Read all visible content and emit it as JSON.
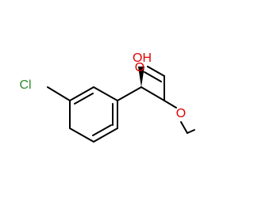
{
  "molecule": {
    "atoms": {
      "chlorine": "Cl",
      "hydroxyl": "OH",
      "carbonyl_oxygen": "O",
      "ester_oxygen": "O"
    },
    "colors": {
      "bond": "#000000",
      "chlorine": "#2e8b2e",
      "oxygen": "#e00000",
      "background": "#ffffff"
    },
    "stereocenter_bond": "wedge"
  }
}
